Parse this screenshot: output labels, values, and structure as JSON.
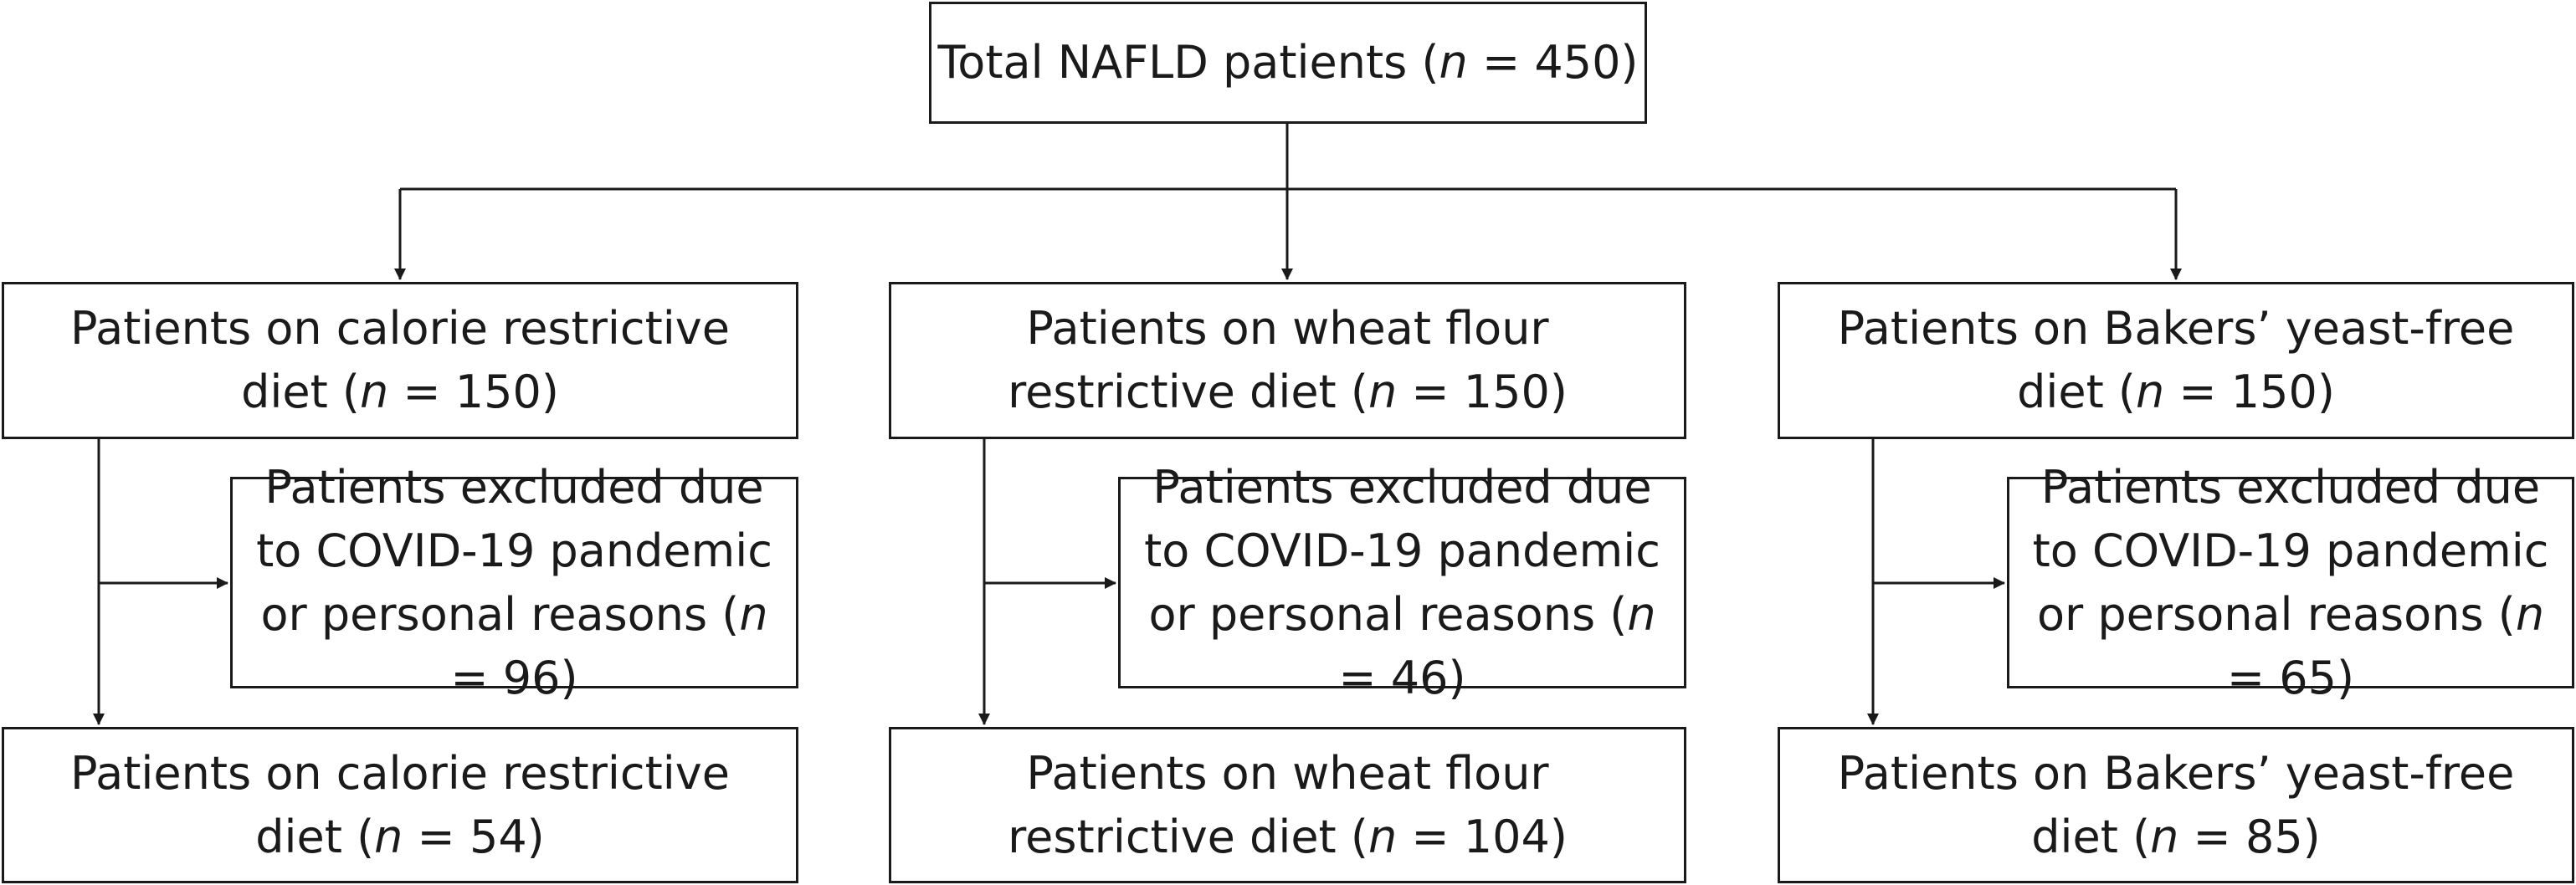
{
  "total": {
    "before": "Total NAFLD patients (",
    "var": "n",
    "after": " = 450)"
  },
  "columns": [
    {
      "start": {
        "before": "Patients on calorie restrictive diet (",
        "var": "n",
        "after": " = 150)"
      },
      "excluded": {
        "before": "Patients excluded due to COVID-19 pandemic or personal reasons (",
        "var": "n",
        "after": " = 96)"
      },
      "end": {
        "before": "Patients on calorie restrictive diet (",
        "var": "n",
        "after": " = 54)"
      }
    },
    {
      "start": {
        "before": "Patients on wheat flour restrictive diet (",
        "var": "n",
        "after": " = 150)"
      },
      "excluded": {
        "before": "Patients excluded due to COVID-19 pandemic or personal reasons (",
        "var": "n",
        "after": " = 46)"
      },
      "end": {
        "before": "Patients on wheat flour restrictive diet (",
        "var": "n",
        "after": " = 104)"
      }
    },
    {
      "start": {
        "before": "Patients on Bakers’ yeast-free diet (",
        "var": "n",
        "after": " = 150)"
      },
      "excluded": {
        "before": "Patients excluded due to COVID-19 pandemic or personal reasons (",
        "var": "n",
        "after": " = 65)"
      },
      "end": {
        "before": "Patients on Bakers’ yeast-free diet (",
        "var": "n",
        "after": " = 85)"
      }
    }
  ]
}
